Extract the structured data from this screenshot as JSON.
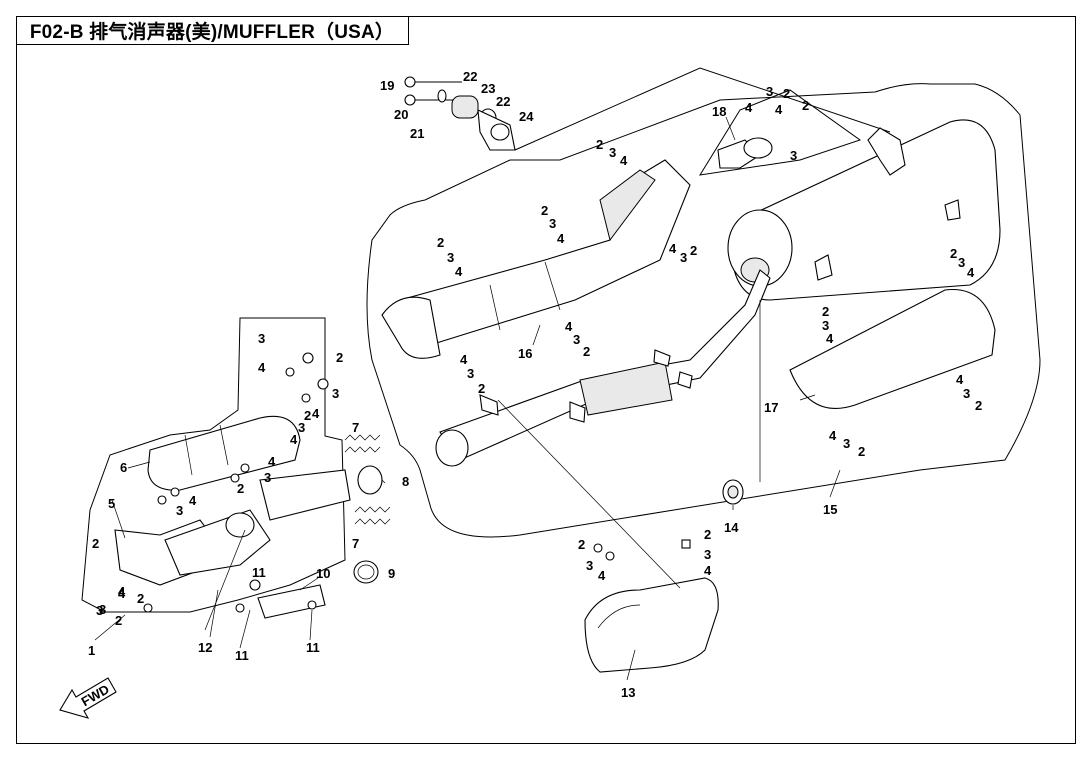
{
  "title": "F02-B 排气消声器(美)/MUFFLER（USA）",
  "fwd_label": "FWD",
  "callouts": [
    {
      "id": "c1",
      "text": "1"
    },
    {
      "id": "c2a",
      "text": "2"
    },
    {
      "id": "c2b",
      "text": "2"
    },
    {
      "id": "c2c",
      "text": "2"
    },
    {
      "id": "c2d",
      "text": "2"
    },
    {
      "id": "c3a",
      "text": "3"
    },
    {
      "id": "c3b",
      "text": "3"
    },
    {
      "id": "c3c",
      "text": "3"
    },
    {
      "id": "c3d",
      "text": "3"
    },
    {
      "id": "c3e",
      "text": "3"
    },
    {
      "id": "c4a",
      "text": "4"
    },
    {
      "id": "c4b",
      "text": "4"
    },
    {
      "id": "c4c",
      "text": "4"
    },
    {
      "id": "c4d",
      "text": "4"
    },
    {
      "id": "c4e",
      "text": "4"
    },
    {
      "id": "c5",
      "text": "5"
    },
    {
      "id": "c6",
      "text": "6"
    },
    {
      "id": "c7a",
      "text": "7"
    },
    {
      "id": "c7b",
      "text": "7"
    },
    {
      "id": "c8",
      "text": "8"
    },
    {
      "id": "c9",
      "text": "9"
    },
    {
      "id": "c10",
      "text": "10"
    },
    {
      "id": "c11a",
      "text": "11"
    },
    {
      "id": "c11b",
      "text": "11"
    },
    {
      "id": "c11c",
      "text": "11"
    },
    {
      "id": "c12",
      "text": "12"
    },
    {
      "id": "c13",
      "text": "13"
    },
    {
      "id": "c14",
      "text": "14"
    },
    {
      "id": "c15",
      "text": "15"
    },
    {
      "id": "c16",
      "text": "16"
    },
    {
      "id": "c17",
      "text": "17"
    },
    {
      "id": "c18",
      "text": "18"
    },
    {
      "id": "c19",
      "text": "19"
    },
    {
      "id": "c20",
      "text": "20"
    },
    {
      "id": "c21",
      "text": "21"
    },
    {
      "id": "c22a",
      "text": "22"
    },
    {
      "id": "c22b",
      "text": "22"
    },
    {
      "id": "c23",
      "text": "23"
    },
    {
      "id": "c24",
      "text": "24"
    },
    {
      "id": "d2a",
      "text": "2"
    },
    {
      "id": "d3a",
      "text": "3"
    },
    {
      "id": "d4a",
      "text": "4"
    },
    {
      "id": "d2b",
      "text": "2"
    },
    {
      "id": "d3b",
      "text": "3"
    },
    {
      "id": "d4b",
      "text": "4"
    },
    {
      "id": "d2c",
      "text": "2"
    },
    {
      "id": "d3c",
      "text": "3"
    },
    {
      "id": "d4c",
      "text": "4"
    },
    {
      "id": "d2d",
      "text": "2"
    },
    {
      "id": "d3d",
      "text": "3"
    },
    {
      "id": "d4d",
      "text": "4"
    },
    {
      "id": "d2e",
      "text": "2"
    },
    {
      "id": "d3e",
      "text": "3"
    },
    {
      "id": "d4e",
      "text": "4"
    },
    {
      "id": "d2f",
      "text": "2"
    },
    {
      "id": "d3f",
      "text": "3"
    },
    {
      "id": "d4f",
      "text": "4"
    },
    {
      "id": "d2g",
      "text": "2"
    },
    {
      "id": "d3g",
      "text": "3"
    },
    {
      "id": "d4g",
      "text": "4"
    },
    {
      "id": "d2h",
      "text": "2"
    },
    {
      "id": "d3h",
      "text": "3"
    },
    {
      "id": "d4h",
      "text": "4"
    },
    {
      "id": "d2i",
      "text": "2"
    },
    {
      "id": "d3i",
      "text": "3"
    },
    {
      "id": "d4i",
      "text": "4"
    },
    {
      "id": "d2j",
      "text": "2"
    },
    {
      "id": "d3j",
      "text": "3"
    },
    {
      "id": "d4j",
      "text": "4"
    },
    {
      "id": "d2k",
      "text": "2"
    },
    {
      "id": "d3k",
      "text": "3"
    },
    {
      "id": "d4k",
      "text": "4"
    },
    {
      "id": "d2l",
      "text": "2"
    },
    {
      "id": "d3l",
      "text": "3"
    },
    {
      "id": "d4l",
      "text": "4"
    },
    {
      "id": "d2m",
      "text": "2"
    },
    {
      "id": "d3m",
      "text": "3"
    },
    {
      "id": "d4m",
      "text": "4"
    },
    {
      "id": "d2n",
      "text": "2"
    },
    {
      "id": "d3n",
      "text": "3"
    },
    {
      "id": "d4n",
      "text": "4"
    },
    {
      "id": "d2o",
      "text": "2"
    },
    {
      "id": "d3o",
      "text": "3"
    },
    {
      "id": "d4o",
      "text": "4"
    },
    {
      "id": "d2p",
      "text": "2"
    },
    {
      "id": "d3p",
      "text": "3"
    },
    {
      "id": "d4p",
      "text": "4"
    }
  ]
}
